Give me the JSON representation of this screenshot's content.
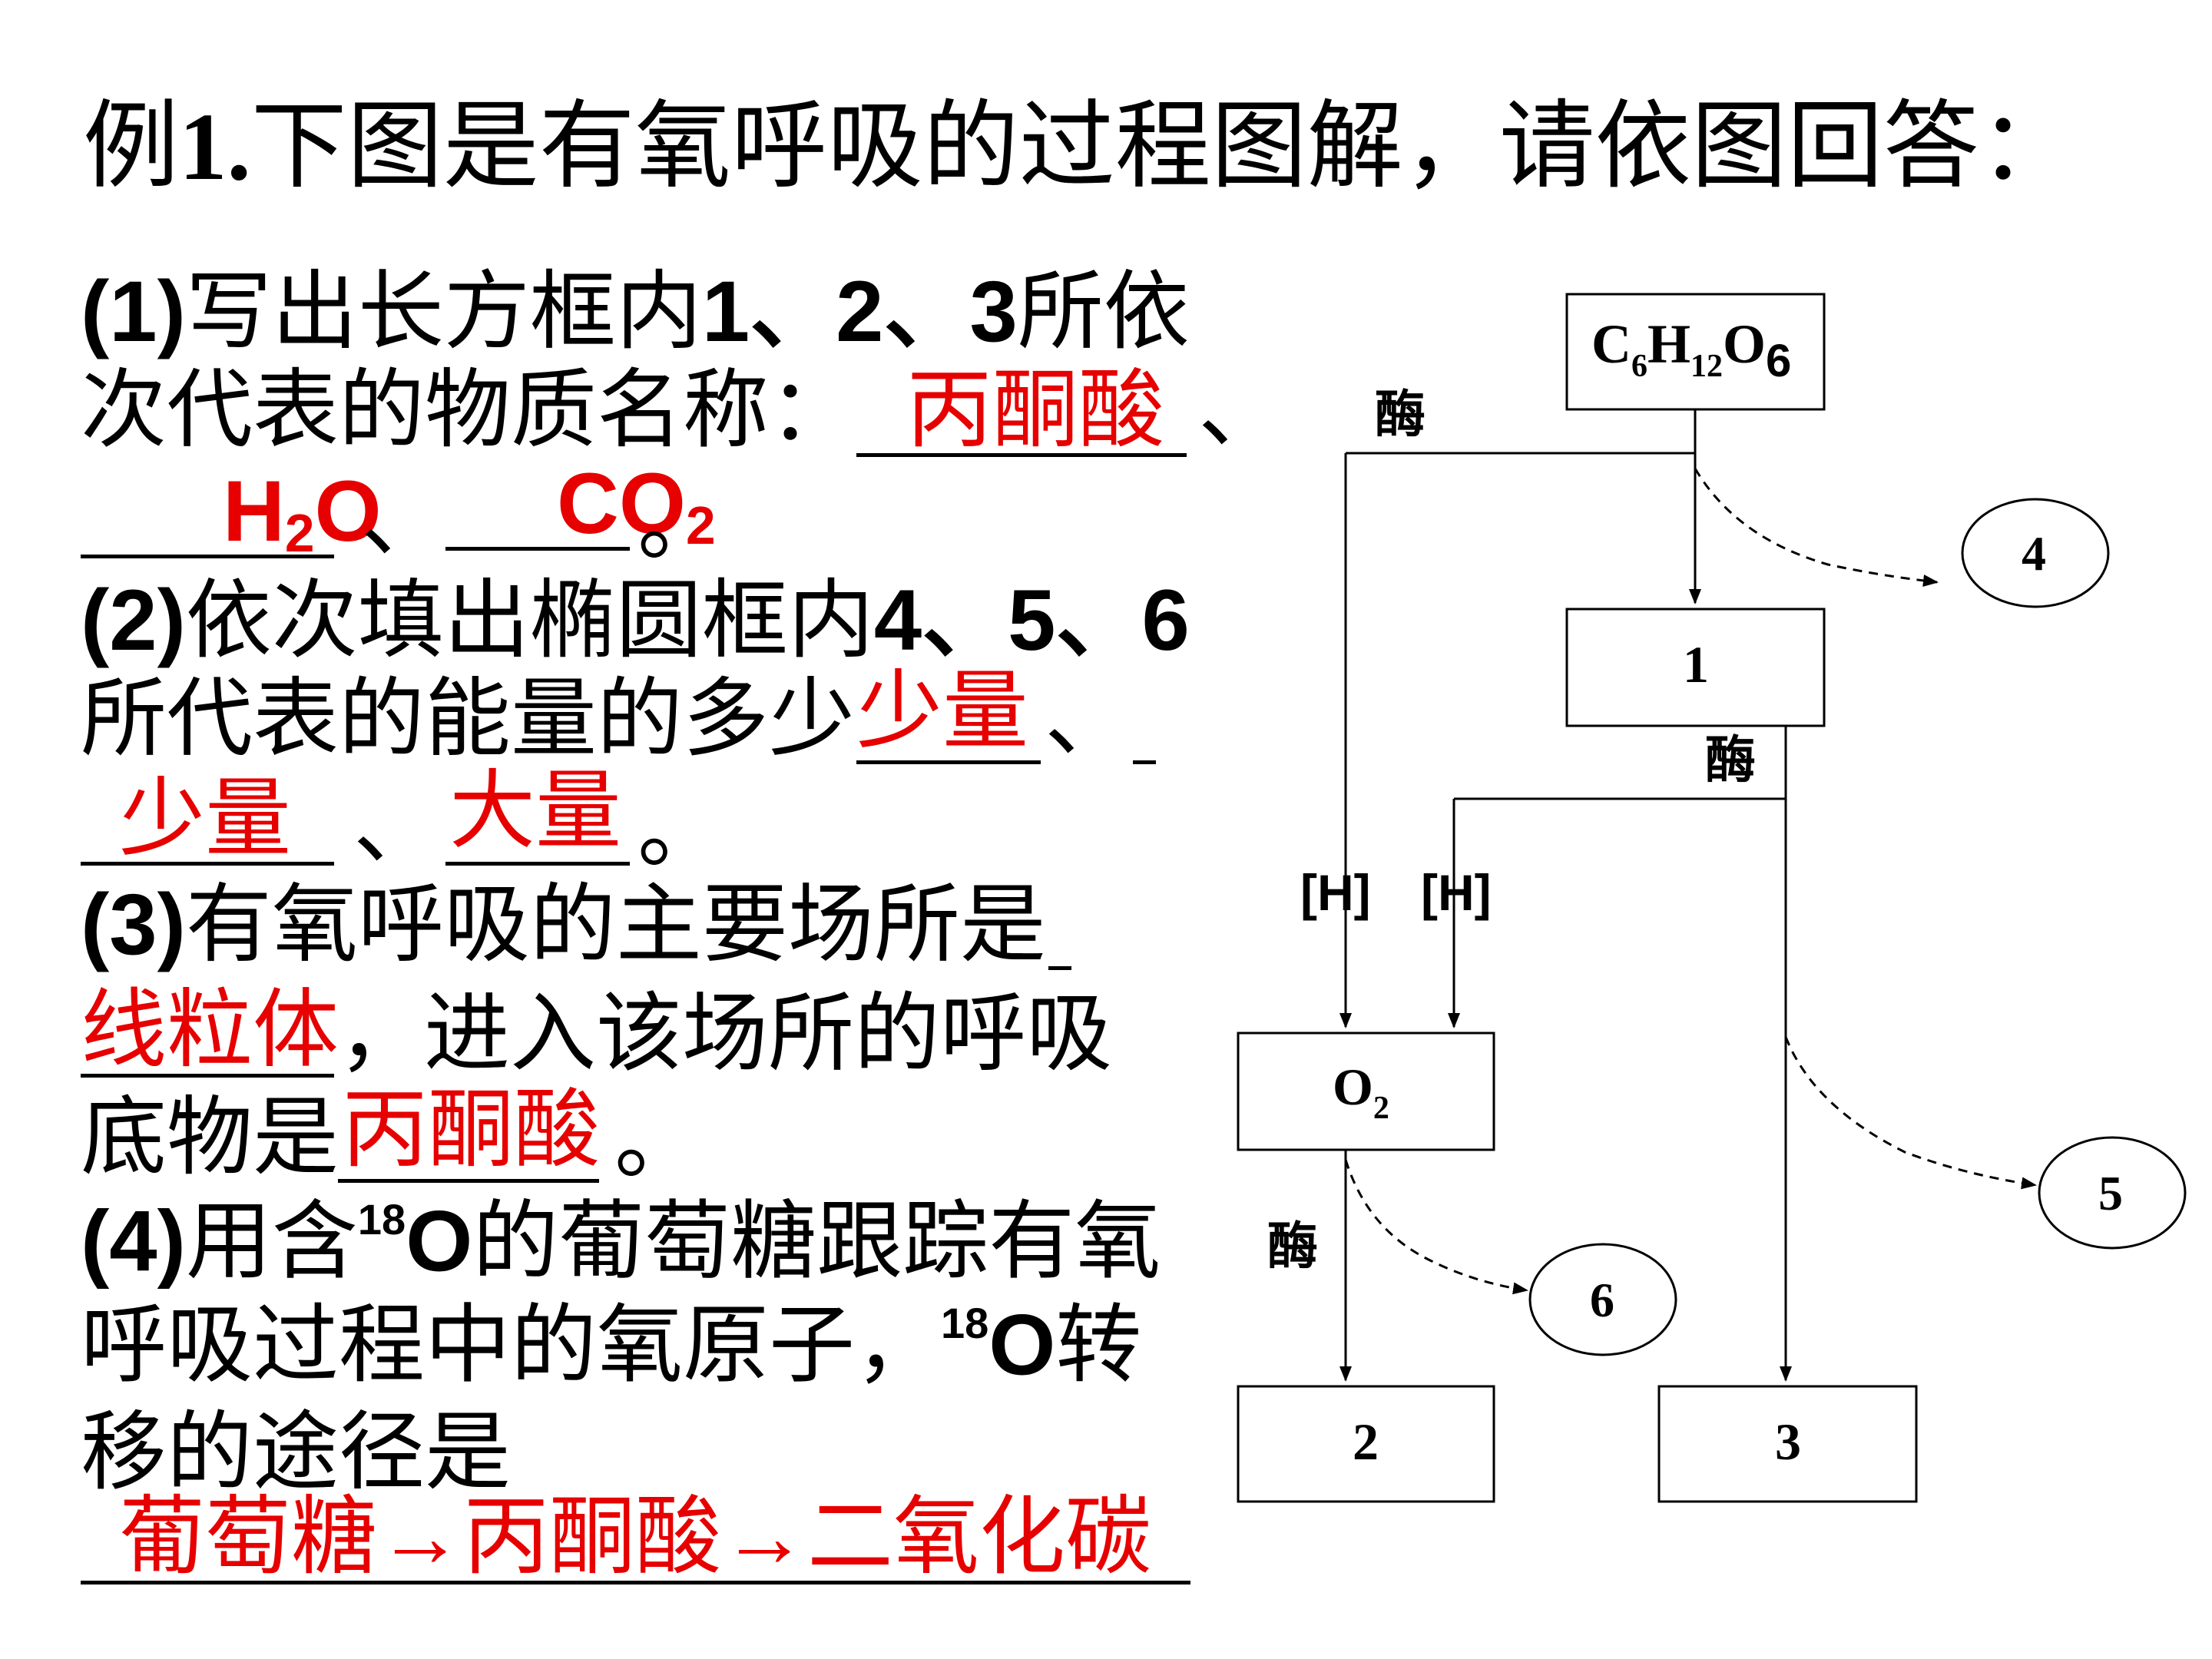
{
  "title": {
    "prefix": "例",
    "number": "1.",
    "text": "下图是有氧呼吸的过程图解，请依图回答："
  },
  "q1": {
    "label": "(1)",
    "line1_text": "写出长方框内",
    "line1_nums": "1、2、3",
    "line1_end": "所依",
    "line2": "次代表的物质名称：",
    "sep1": "、",
    "answer1": "丙酮酸",
    "answer2_main": "H",
    "answer2_sub": "2",
    "answer2_end": "O",
    "sep2": "、",
    "answer3_main": "CO",
    "answer3_sub": "2",
    "end": "。"
  },
  "q2": {
    "label": "(2)",
    "line1_text": "依次填出椭圆框内",
    "line1_nums": "4、5、6",
    "line2": "所代表的能量的多少",
    "answer1": "少量",
    "sep1": "、",
    "answer2": "少量",
    "sep2": "、",
    "answer3": "大量",
    "end": "。"
  },
  "q3": {
    "label": "(3)",
    "line1": "有氧呼吸的主要场所是",
    "answer1": "线粒体",
    "line2": "，进入该场所的呼吸",
    "line3": "底物是",
    "answer2": "丙酮酸",
    "end": "。"
  },
  "q4": {
    "label": "(4)",
    "line1a": "用含",
    "iso": "18",
    "line1b": "O",
    "line1c": "的葡萄糖跟踪有氧",
    "line2a": "呼吸过程中的氧原子，",
    "iso2": "18",
    "line2b": "O",
    "line2c": "转",
    "line3": "移的途径是",
    "answer": "葡萄糖→丙酮酸→二氧化碳"
  },
  "diagram": {
    "glucose": {
      "c": "C",
      "c_sub": "6",
      "h": "H",
      "h_sub": "12",
      "o": "O",
      "o_sub": "6"
    },
    "box1": "1",
    "box2": "2",
    "box3": "3",
    "o2_box": {
      "main": "O",
      "sub": "2"
    },
    "ellipse4": "4",
    "ellipse5": "5",
    "ellipse6": "6",
    "enzyme1": "酶",
    "enzyme2": "酶",
    "enzyme3": "酶",
    "h_label1": "[H]",
    "h_label2": "[H]"
  }
}
